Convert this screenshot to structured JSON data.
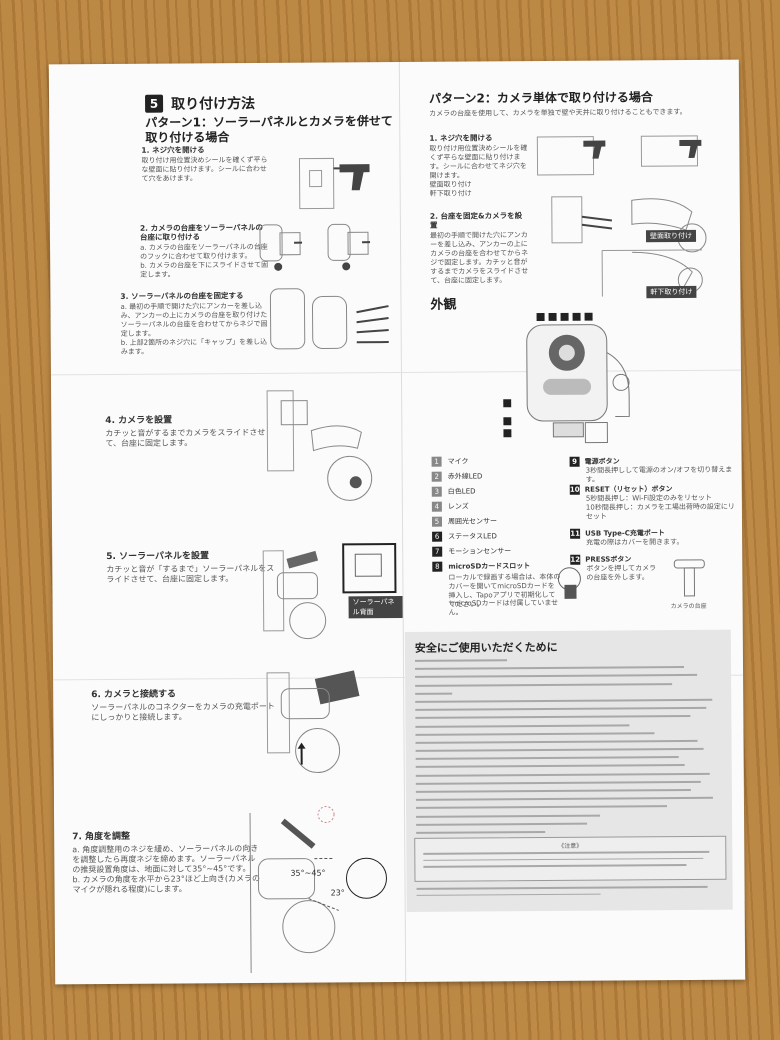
{
  "left": {
    "section_number": "5",
    "section_title": "取り付け方法",
    "pattern1_title": "パターン1：ソーラーパネルとカメラを併せて取り付ける場合",
    "steps": [
      {
        "title": "1. ネジ穴を開ける",
        "text": "取り付け用位置決めシールを確くず平らな壁面に貼り付けます。シールに合わせて穴をあけます。"
      },
      {
        "title": "2. カメラの台座をソーラーパネルの台座に取り付ける",
        "text": "a. カメラの台座をソーラーパネルの台座のフックに合わせて取り付けます。\nb. カメラの台座を下にスライドさせて固定します。"
      },
      {
        "title": "3. ソーラーパネルの台座を固定する",
        "text": "a. 最初の手順で開けた穴にアンカーを差し込み、アンカーの上にカメラの台座を取り付けたソーラーパネルの台座を合わせてからネジで固定します。\nb. 上部2箇所のネジ穴に「キャップ」を差し込みます。"
      },
      {
        "title": "4. カメラを設置",
        "text": "カチッと音がするまでカメラをスライドさせて、台座に固定します。"
      },
      {
        "title": "5. ソーラーパネルを設置",
        "text": "カチッと音が「するまで」ソーラーパネルをスライドさせて、台座に固定します。"
      },
      {
        "title": "6. カメラと接続する",
        "text": "ソーラーパネルのコネクターをカメラの充電ポートにしっかりと接続します。"
      },
      {
        "title": "7. 角度を調整",
        "text": "a. 角度調整用のネジを緩め、ソーラーパネルの向きを調整したら再度ネジを締めます。ソーラーパネルの推奨設置角度は、地面に対して35°~45°です。\nb. カメラの角度を水平から23°ほど上向き(カメラのマイクが隠れる程度)にします。"
      }
    ],
    "solar_back_label": "ソーラーパネル背面",
    "angle1": "35°~45°",
    "angle2": "23°"
  },
  "right": {
    "pattern2_title": "パターン2：カメラ単体で取り付ける場合",
    "pattern2_intro": "カメラの台座を使用して、カメラを単独で壁や天井に取り付けることもできます。",
    "steps": [
      {
        "title": "1. ネジ穴を開ける",
        "text": "取り付け用位置決めシールを確くず平らな壁面に貼り付けます。シールに合わせてネジ穴を開けます。\n壁面取り付け\n軒下取り付け"
      },
      {
        "title": "2. 台座を固定&カメラを設置",
        "text": "最初の手順で開けた穴にアンカーを差し込み、アンカーの上にカメラの台座を合わせてからネジで固定します。カチッと音がするまでカメラをスライドさせて、台座に固定します。"
      }
    ],
    "wall_label": "壁面取り付け",
    "eave_label": "軒下取り付け",
    "appearance_title": "外観",
    "parts_left": [
      {
        "n": "1",
        "label": "マイク"
      },
      {
        "n": "2",
        "label": "赤外線LED"
      },
      {
        "n": "3",
        "label": "白色LED"
      },
      {
        "n": "4",
        "label": "レンズ"
      },
      {
        "n": "5",
        "label": "周囲光センサー"
      },
      {
        "n": "6",
        "label": "ステータスLED"
      },
      {
        "n": "7",
        "label": "モーションセンサー"
      },
      {
        "n": "8",
        "label": "microSDカードスロット"
      }
    ],
    "sd_text": "ローカルで録画する場合は、本体のカバーを開いてmicroSDカードを挿入し、Tapoアプリで初期化してください。",
    "sd_note": "*microSDカードは付属していません。",
    "parts_right": [
      {
        "n": "9",
        "title": "電源ボタン",
        "text": "3秒間長押しして電源のオン/オフを切り替えます。"
      },
      {
        "n": "10",
        "title": "RESET（リセット）ボタン",
        "text": "5秒間長押し：Wi-Fi設定のみをリセット\n10秒間長押し：カメラを工場出荷時の設定にリセット"
      },
      {
        "n": "11",
        "title": "USB Type-C充電ポート",
        "text": "充電の際はカバーを開きます。"
      },
      {
        "n": "12",
        "title": "PRESSボタン",
        "text": "ボタンを押してカメラの台座を外します。"
      }
    ],
    "mount_caption": "カメラの台座",
    "safety_title": "安全にご使用いただくために",
    "notice_title": "《注意》"
  }
}
